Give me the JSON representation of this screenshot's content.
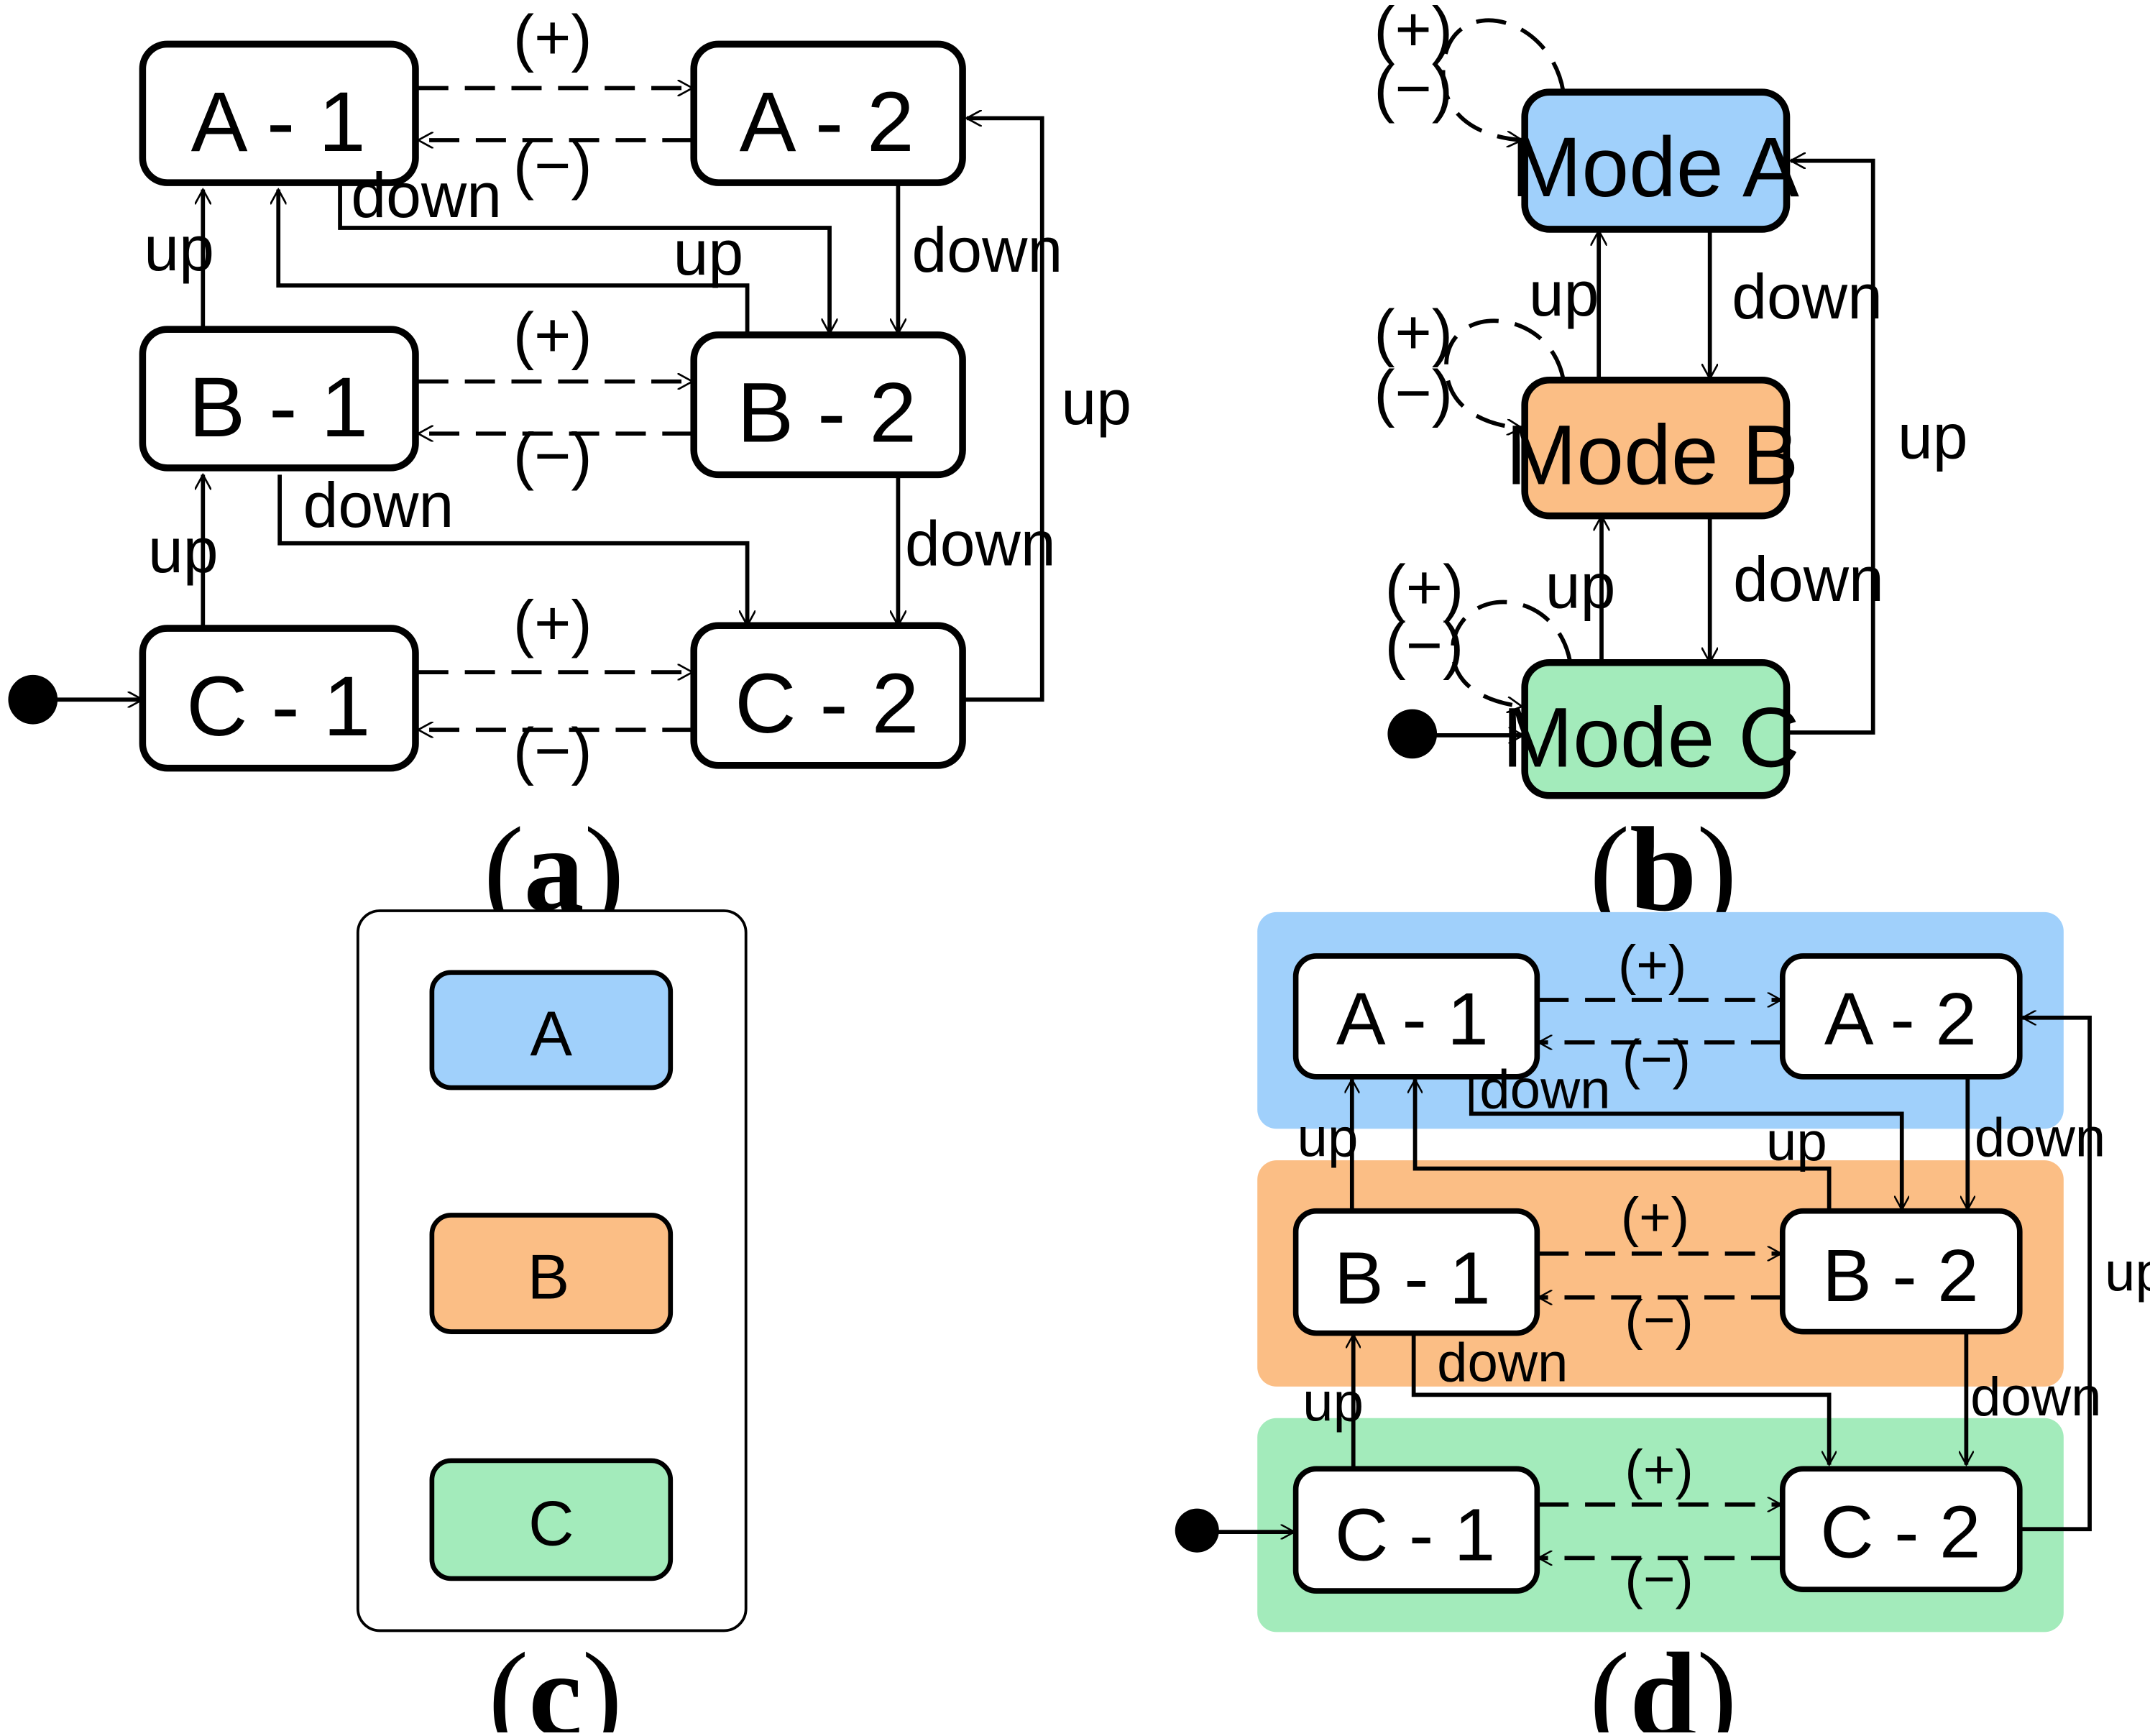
{
  "colors": {
    "mode_a": "#a0d0fb",
    "mode_b": "#fbbe85",
    "mode_c": "#a3ebbb",
    "stroke": "#000000",
    "background": "#ffffff"
  },
  "panel_a": {
    "caption_open": "(",
    "caption_letter": "a",
    "caption_close": ")",
    "states": {
      "a1": "A - 1",
      "a2": "A - 2",
      "b1": "B - 1",
      "b2": "B - 2",
      "c1": "C - 1",
      "c2": "C - 2"
    },
    "labels": {
      "plus_a": "(+)",
      "minus_a": "(−)",
      "plus_b": "(+)",
      "minus_b": "(−)",
      "plus_c": "(+)",
      "minus_c": "(−)",
      "down_a1_b2": "down",
      "up_b2_a1": "up",
      "down_a2_b2": "down",
      "up_b1_a1": "up",
      "down_b1_c2": "down",
      "down_b2_c2": "down",
      "up_c1_b1": "up",
      "up_c2_a2": "up"
    }
  },
  "panel_b": {
    "caption_open": "(",
    "caption_letter": "b",
    "caption_close": ")",
    "modes": {
      "a": "Mode A",
      "b": "Mode B",
      "c": "Mode C"
    },
    "labels": {
      "plus_a": "(+)",
      "minus_a": "(−)",
      "plus_b": "(+)",
      "minus_b": "(−)",
      "plus_c": "(+)",
      "minus_c": "(−)",
      "up_b_a": "up",
      "down_a_b": "down",
      "up_c_b": "up",
      "down_b_c": "down",
      "up_c_a": "up"
    }
  },
  "panel_c": {
    "caption_open": "(",
    "caption_letter": "c",
    "caption_close": ")",
    "items": {
      "a": "A",
      "b": "B",
      "c": "C"
    }
  },
  "panel_d": {
    "caption_open": "(",
    "caption_letter": "d",
    "caption_close": ")",
    "states": {
      "a1": "A - 1",
      "a2": "A - 2",
      "b1": "B - 1",
      "b2": "B - 2",
      "c1": "C - 1",
      "c2": "C - 2"
    },
    "labels": {
      "plus_a": "(+)",
      "minus_a": "(−)",
      "plus_b": "(+)",
      "minus_b": "(−)",
      "plus_c": "(+)",
      "minus_c": "(−)",
      "down_a1_b2": "down",
      "up_b2_a1": "up",
      "down_a2_b2": "down",
      "up_b1_a1": "up",
      "down_b1_c2": "down",
      "down_b2_c2": "down",
      "up_c1_b1": "up",
      "up_c2_a2": "up"
    }
  }
}
